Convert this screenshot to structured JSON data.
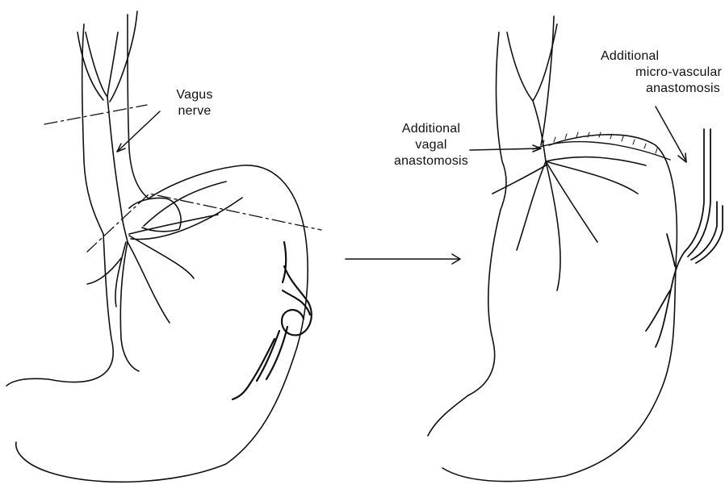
{
  "labels": {
    "vagus_nerve": [
      "Vagus",
      "nerve"
    ],
    "vagal_anastomosis": [
      "Additional",
      "vagal",
      "anastomosis"
    ],
    "microvascular_anastomosis": [
      "Additional",
      "micro-vascular",
      "anastomosis"
    ]
  },
  "colors": {
    "ink": "#111111",
    "background": "#ffffff"
  }
}
